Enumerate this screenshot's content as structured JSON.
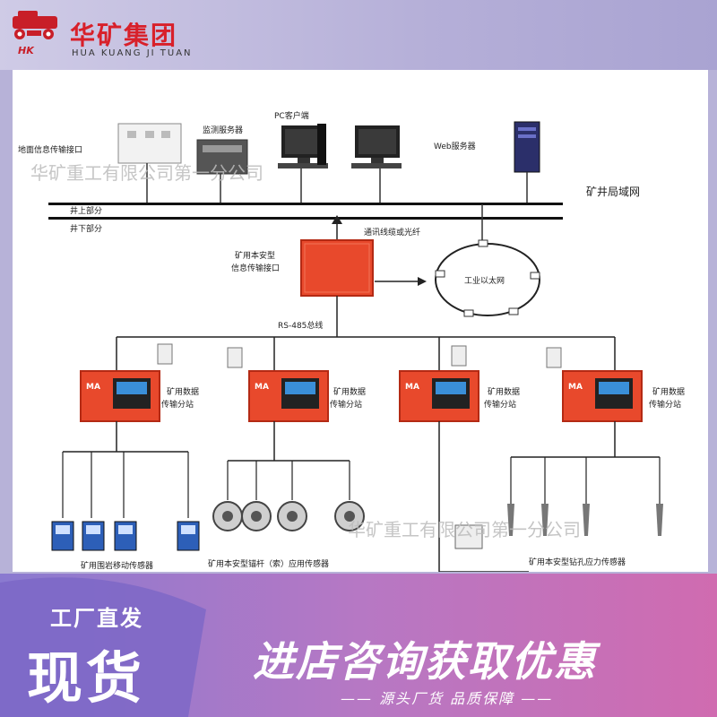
{
  "header": {
    "brand_cn": "华矿集团",
    "brand_en": "HUA KUANG JI TUAN",
    "logo_text": "HK"
  },
  "diagram": {
    "labels": {
      "ground_interface": "地面信息传输接口",
      "monitor_server": "监测服务器",
      "pc_client": "PC客户端",
      "web_server": "Web服务器",
      "lan": "矿井局域网",
      "above": "井上部分",
      "below": "井下部分",
      "cable": "通讯线缆或光纤",
      "info_interface_1": "矿用本安型",
      "info_interface_2": "信息传输接口",
      "ethernet": "工业以太网",
      "rs485": "RS-485总线",
      "substation_1": "矿用数据",
      "substation_2": "传输分站",
      "sensor_group_1": "矿用围岩移动传感器",
      "sensor_group_2": "矿用本安型锚杆（索）应用传感器",
      "sensor_group_3": "矿用本安型钻孔应力传感器",
      "station_badge": "MA"
    },
    "watermark": "华矿重工有限公司第一分公司"
  },
  "footer": {
    "promo_small": "工厂直发",
    "promo_big": "现货",
    "promo_main": "进店咨询获取优惠",
    "promo_sub": "—— 源头厂货  品质保障 ——"
  },
  "colors": {
    "brand_red": "#d8202a",
    "station_red": "#e8492c",
    "footer_purple": "#8b78c9",
    "footer_pink": "#d06bb0"
  }
}
